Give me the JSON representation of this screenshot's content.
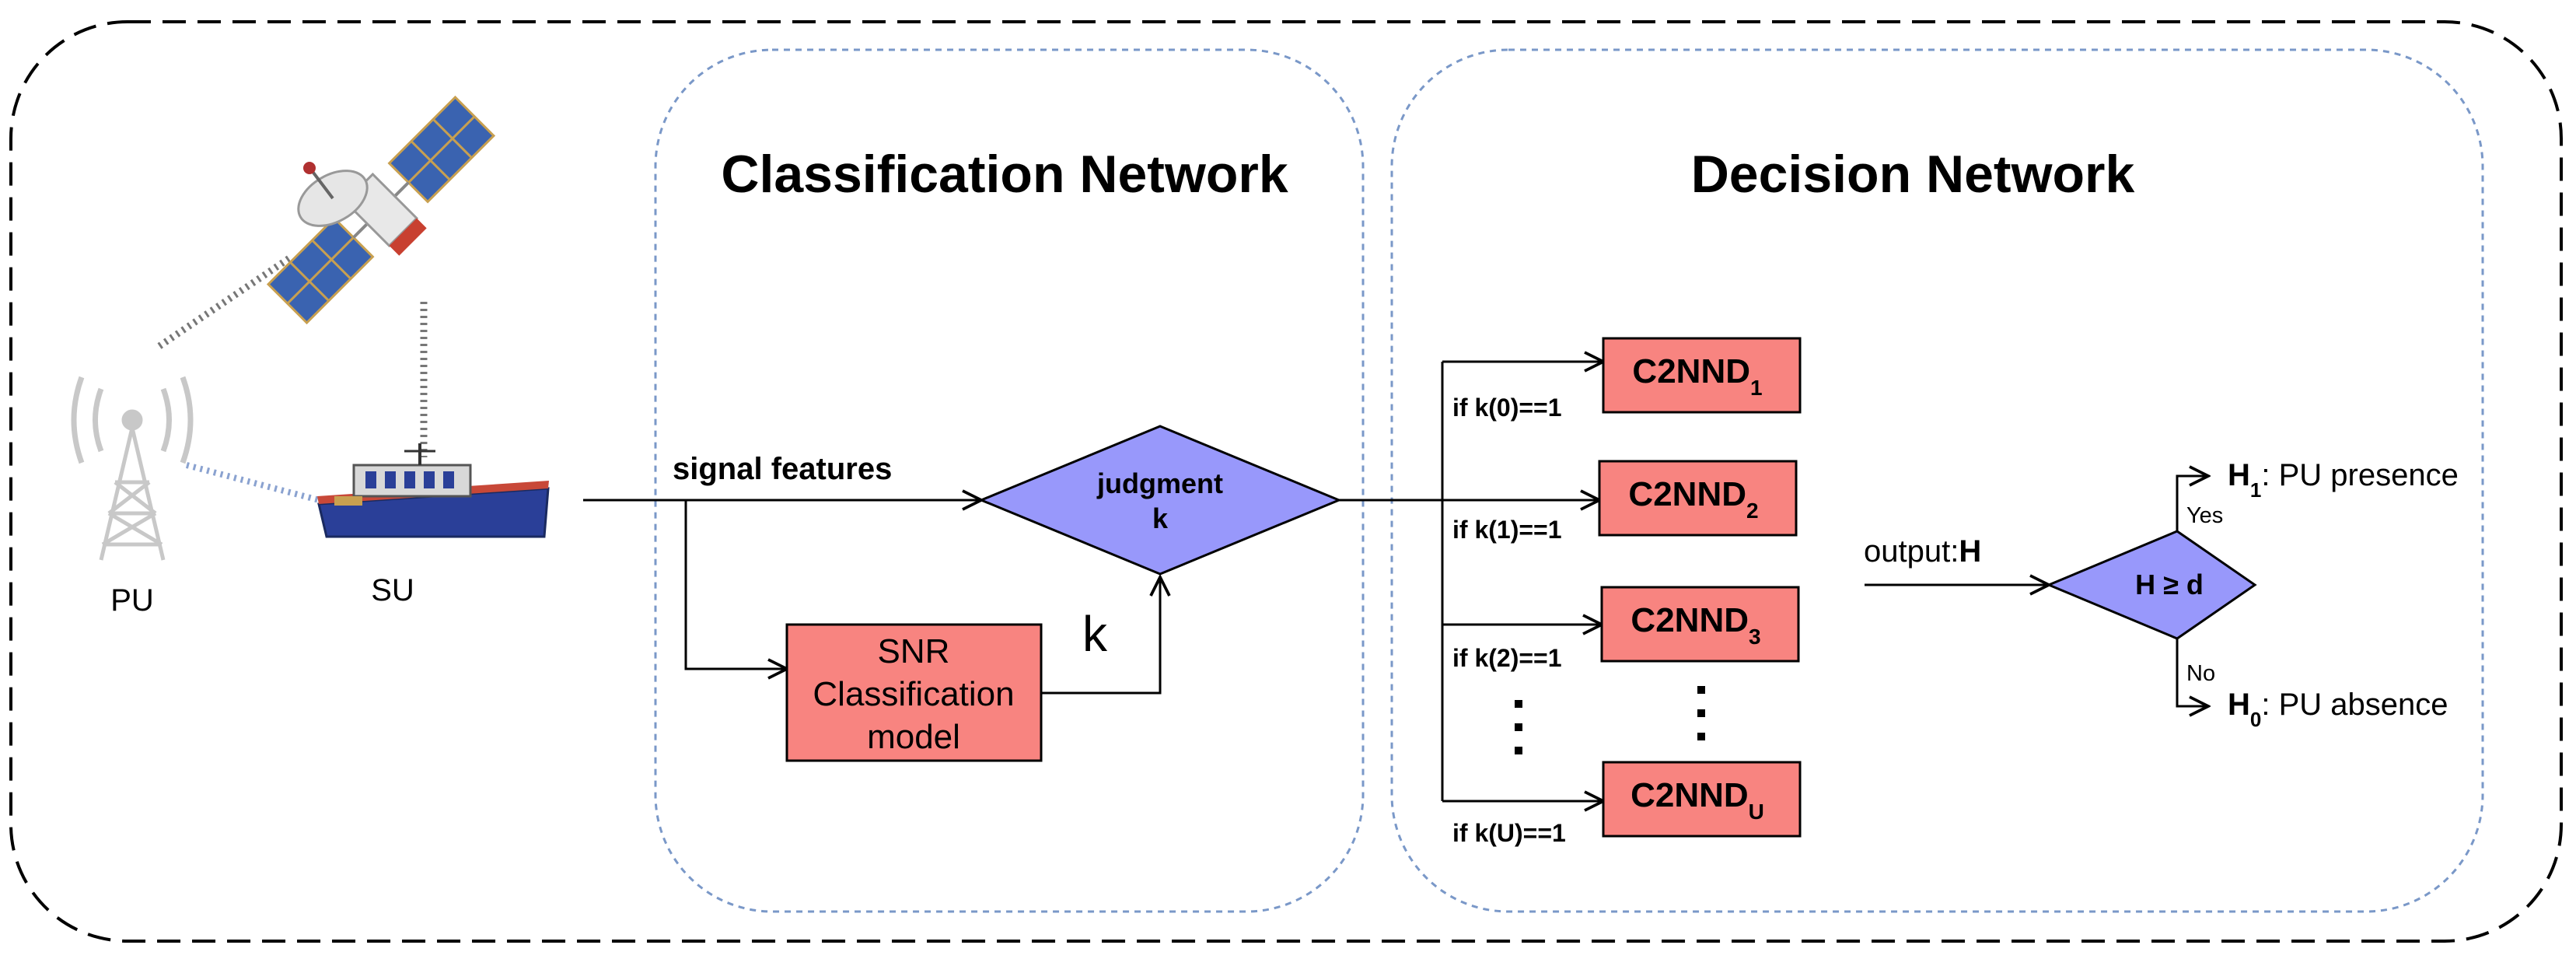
{
  "diagram": {
    "classification_title": "Classification Network",
    "decision_title": "Decision Network",
    "pu_label": "PU",
    "su_label": "SU",
    "signal_features": "signal features",
    "judgment_line1": "judgment",
    "judgment_line2": "k",
    "k_label": "k",
    "snr_model": [
      "SNR",
      "Classification",
      "model"
    ],
    "c2nnd_boxes": [
      {
        "base": "C2NND",
        "sub": "1",
        "condition": "if k(0)==1"
      },
      {
        "base": "C2NND",
        "sub": "2",
        "condition": "if k(1)==1"
      },
      {
        "base": "C2NND",
        "sub": "3",
        "condition": "if k(2)==1"
      },
      {
        "base": "C2NND",
        "sub": "U",
        "condition": "if k(U)==1"
      }
    ],
    "vertical_dots": "⋮",
    "output_prefix": "output:",
    "output_var": "H",
    "decision_rule": "H ≥ d",
    "yes_label": "Yes",
    "no_label": "No",
    "h1": {
      "base": "H",
      "sub": "1",
      "text": ": PU presence"
    },
    "h0": {
      "base": "H",
      "sub": "0",
      "text": ": PU absence"
    },
    "colors": {
      "box_fill": "#f88480",
      "diamond_fill": "#9898fb",
      "panel_border": "#7a98c8",
      "ship_hull": "#2a3f98",
      "satellite_panel": "#3a63b0"
    }
  }
}
